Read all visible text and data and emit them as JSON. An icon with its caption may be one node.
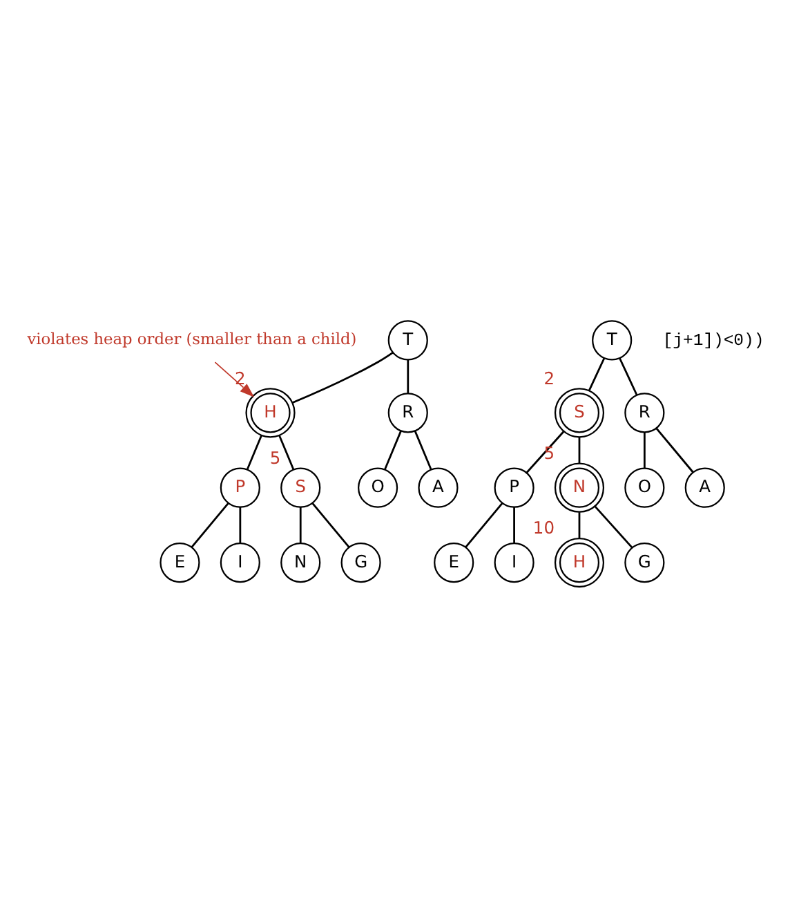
{
  "diagram": {
    "nodes": [
      {
        "text": [
          "violates heap order (smaller than a child)"
        ]
      },
      {
        "text": [
          "T"
        ]
      },
      {
        "text": [
          "H"
        ],
        "beside": [
          "2"
        ]
      },
      {
        "text": [
          "R"
        ]
      },
      {
        "text": [
          "P"
        ]
      },
      {
        "text": [
          "S"
        ],
        "beside": [
          "5"
        ]
      },
      {
        "text": [
          "O"
        ]
      },
      {
        "text": [
          "A"
        ]
      },
      {
        "text": [
          "E"
        ]
      },
      {
        "text": [
          "I"
        ]
      },
      {
        "text": [
          "N"
        ]
      },
      {
        "text": [
          "G"
        ]
      },
      {
        "text": [
          "T"
        ]
      },
      {
        "text": [
          "S"
        ],
        "beside": [
          "2"
        ]
      },
      {
        "text": [
          "R"
        ]
      },
      {
        "text": [
          "P"
        ]
      },
      {
        "text": [
          "N"
        ],
        "beside": [
          "5"
        ]
      },
      {
        "text": [
          "O"
        ]
      },
      {
        "text": [
          "A"
        ]
      },
      {
        "text": [
          "E"
        ]
      },
      {
        "text": [
          "I"
        ]
      },
      {
        "text": [
          "H"
        ],
        "beside": [
          "10"
        ]
      },
      {
        "text": [
          "G"
        ]
      }
    ],
    "edges": [
      {
        "from": 0,
        "to": 2,
        "arrow": "to",
        "color": "#c0392b"
      },
      {
        "from": 1,
        "to": 2,
        "arrow": "none"
      },
      {
        "from": 1,
        "to": 3,
        "arrow": "none"
      },
      {
        "from": 2,
        "to": 4,
        "arrow": "none"
      },
      {
        "from": 2,
        "to": 5,
        "arrow": "none"
      },
      {
        "from": 3,
        "to": 6,
        "arrow": "none"
      },
      {
        "from": 3,
        "to": 7,
        "arrow": "none"
      },
      {
        "from": 4,
        "to": 8,
        "arrow": "none"
      },
      {
        "from": 4,
        "to": 9,
        "arrow": "none"
      },
      {
        "from": 5,
        "to": 10,
        "arrow": "none"
      },
      {
        "from": 5,
        "to": 11,
        "arrow": "none"
      },
      {
        "from": 12,
        "to": 13,
        "arrow": "none"
      },
      {
        "from": 12,
        "to": 14,
        "arrow": "none"
      },
      {
        "from": 13,
        "to": 15,
        "arrow": "none"
      },
      {
        "from": 13,
        "to": 16,
        "arrow": "none"
      },
      {
        "from": 14,
        "to": 17,
        "arrow": "none"
      },
      {
        "from": 14,
        "to": 18,
        "arrow": "none"
      },
      {
        "from": 15,
        "to": 19,
        "arrow": "none"
      },
      {
        "from": 15,
        "to": 20,
        "arrow": "none"
      },
      {
        "from": 16,
        "to": 21,
        "arrow": "none"
      },
      {
        "from": 16,
        "to": 22,
        "arrow": "none"
      }
    ],
    "labels": [
      "[j+1])<0))"
    ]
  }
}
